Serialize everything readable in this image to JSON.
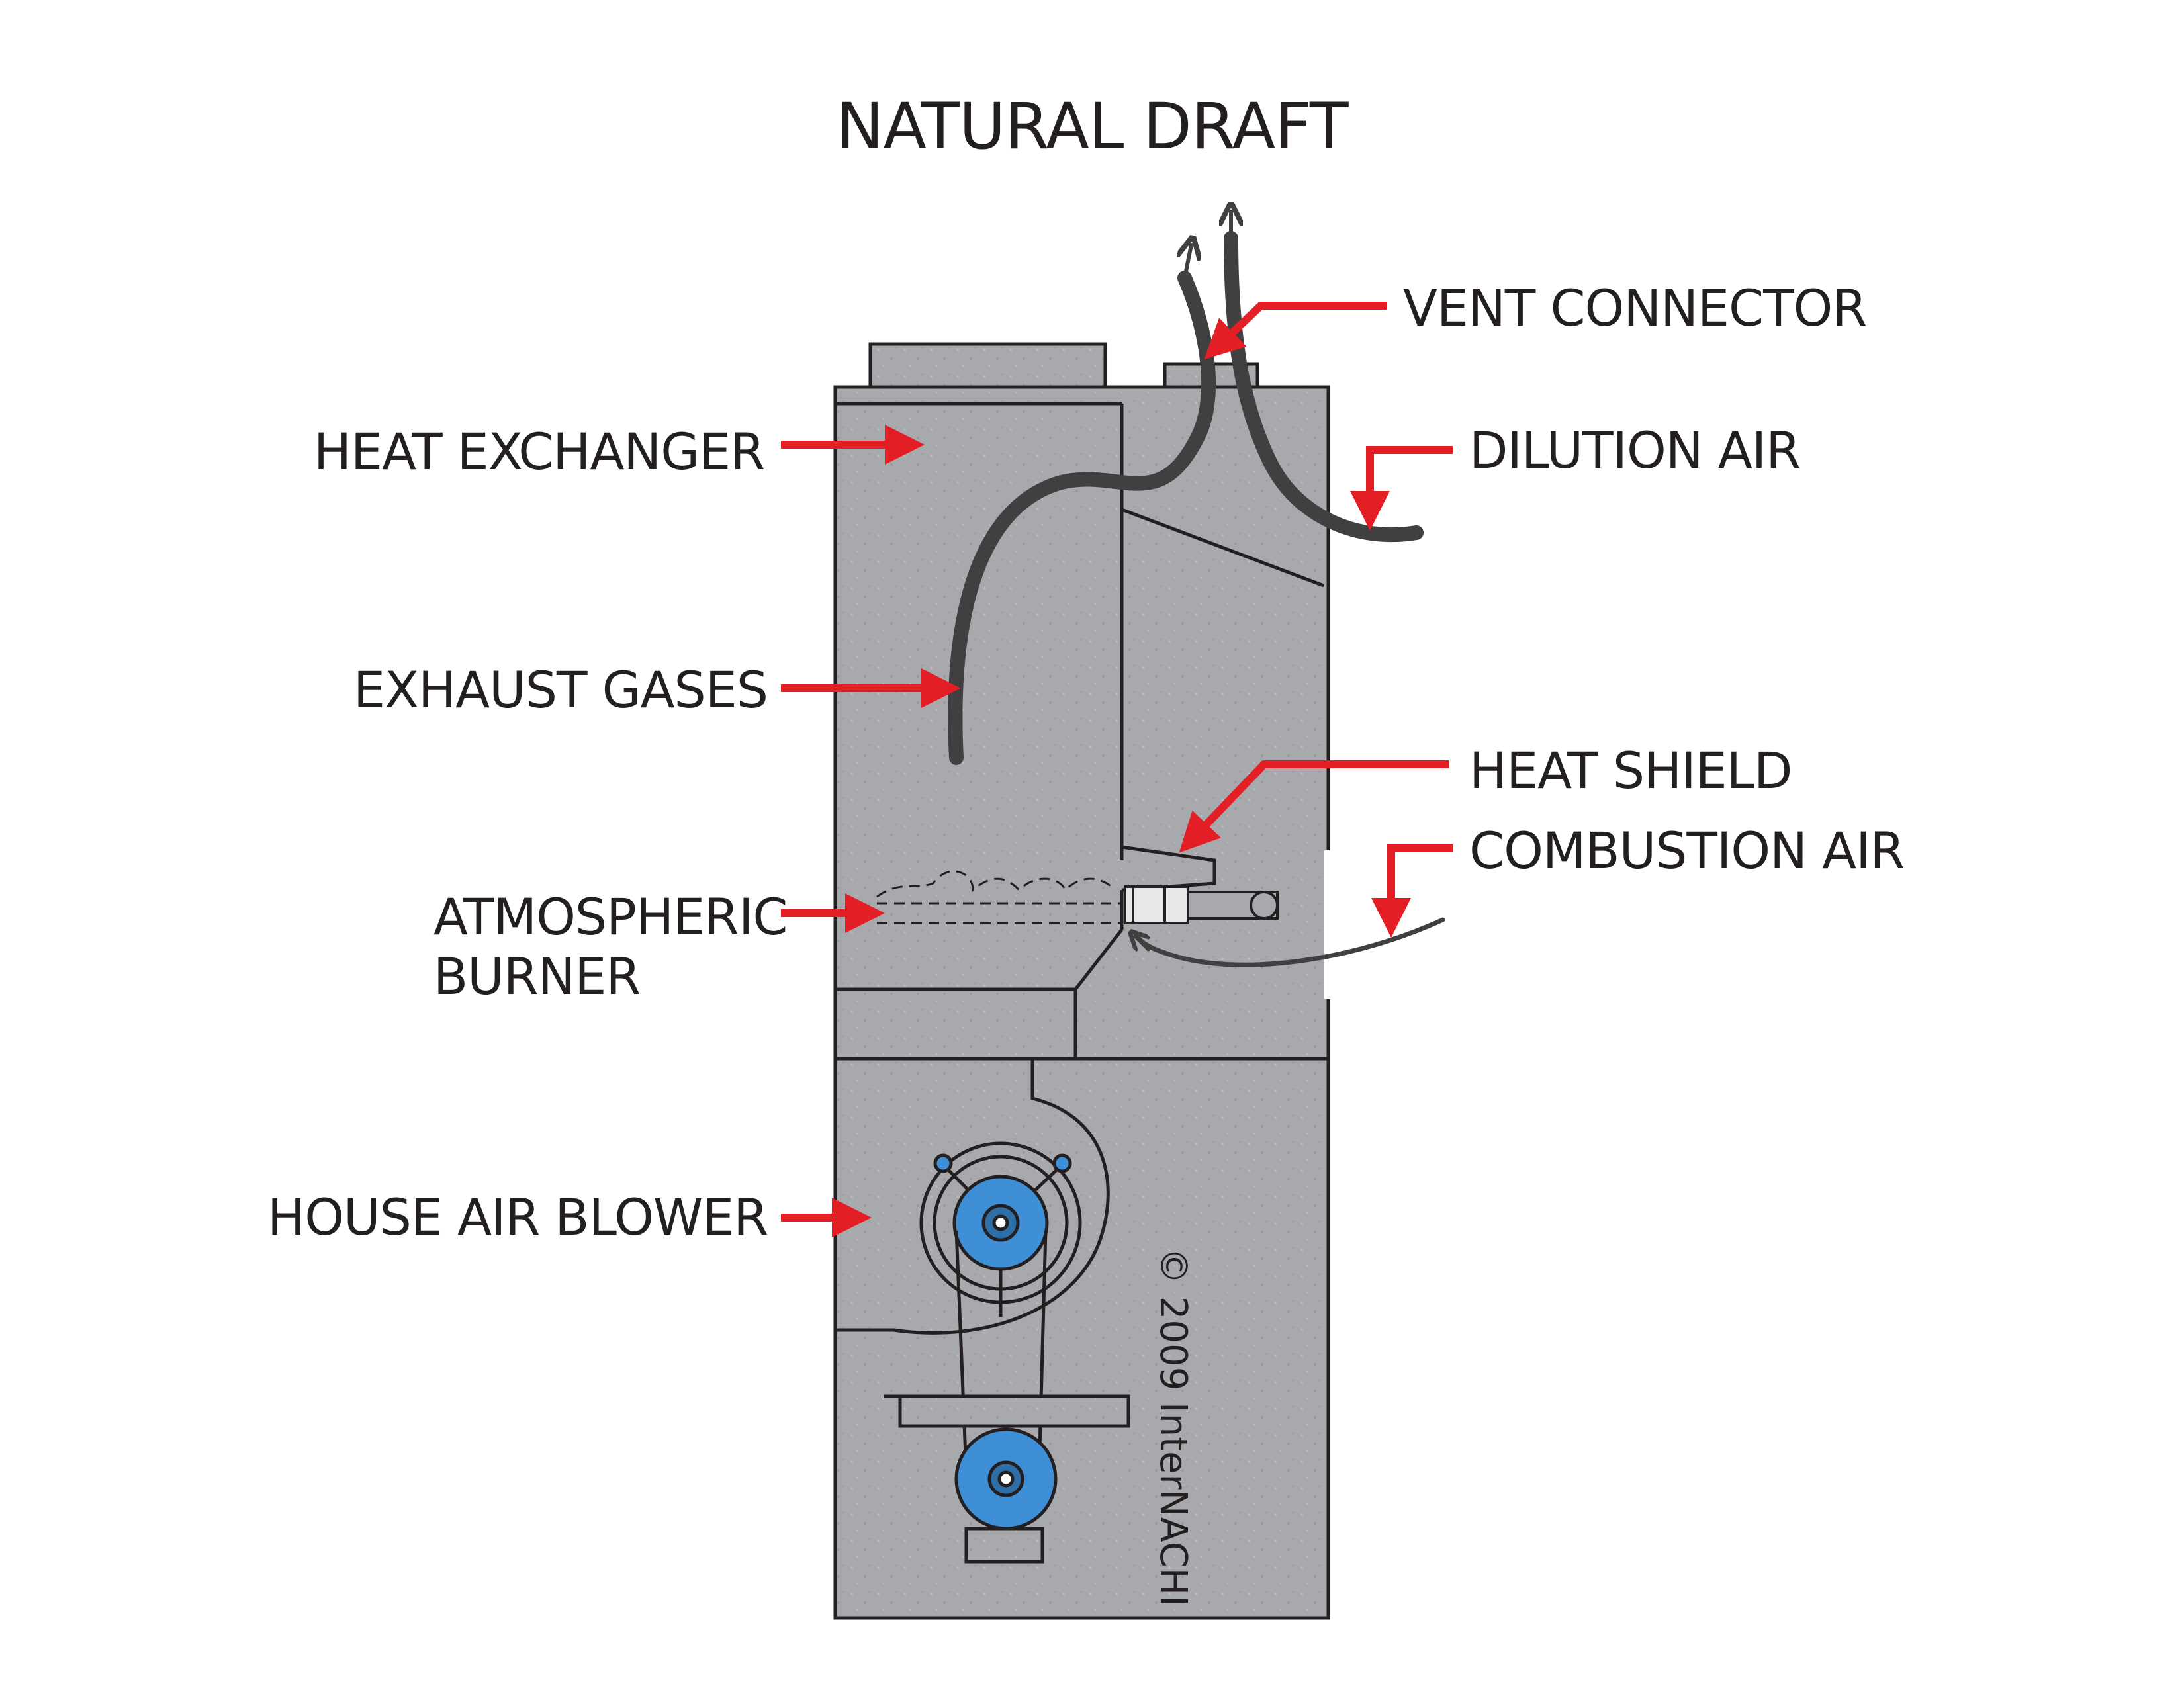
{
  "diagram": {
    "title": "NATURAL DRAFT",
    "labels": {
      "vent_connector": "VENT CONNECTOR",
      "dilution_air": "DILUTION AIR",
      "heat_exchanger": "HEAT EXCHANGER",
      "exhaust_gases": "EXHAUST GASES",
      "heat_shield": "HEAT SHIELD",
      "combustion_air": "COMBUSTION AIR",
      "atmospheric_burner_line1": "ATMOSPHERIC",
      "atmospheric_burner_line2": "BURNER",
      "house_air_blower": "HOUSE AIR BLOWER"
    },
    "copyright": "© 2009 InterNACHI",
    "colors": {
      "furnace_body": "#a7a9ac",
      "outline": "#231f20",
      "arrow_red": "#e31e24",
      "flow_dark": "#404041",
      "motor_blue": "#3f8fd6"
    }
  }
}
